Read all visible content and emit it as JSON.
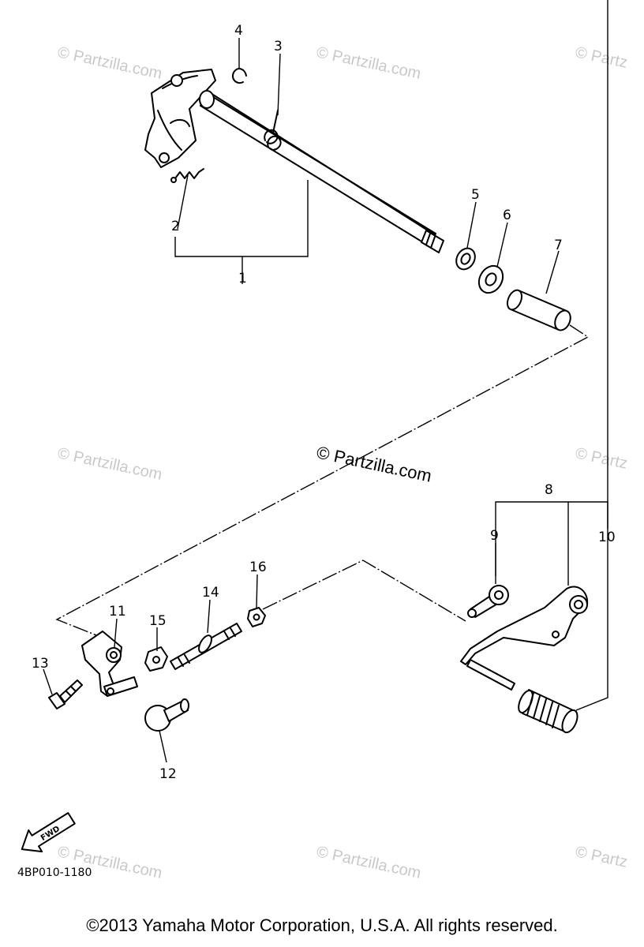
{
  "watermarks": {
    "tl": "© Partzilla.com",
    "tc": "© Partzilla.com",
    "tr": "© Partz",
    "ml": "© Partzilla.com",
    "mc": "© Partzilla.com",
    "mr": "© Partz",
    "bl": "© Partzilla.com",
    "bc": "© Partzilla.com",
    "br": "© Partz"
  },
  "callouts": {
    "p1": "1",
    "p2": "2",
    "p3": "3",
    "p4": "4",
    "p5": "5",
    "p6": "6",
    "p7": "7",
    "p8": "8",
    "p9": "9",
    "p10": "10",
    "p11": "11",
    "p12": "12",
    "p13": "13",
    "p14": "14",
    "p15": "15",
    "p16": "16"
  },
  "fwd_label": "FWD",
  "diagram_code": "4BP010-1180",
  "copyright": "©2013  Yamaha Motor Corporation, U.S.A. All rights reserved."
}
